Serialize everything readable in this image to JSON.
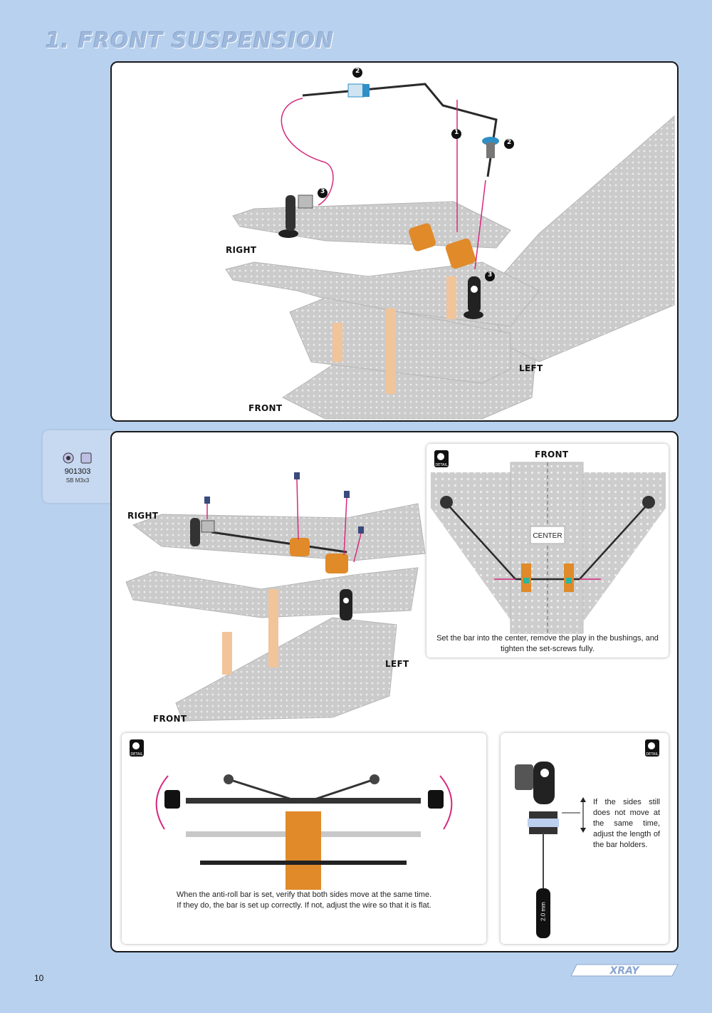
{
  "page": {
    "title": "1. FRONT SUSPENSION",
    "page_number": "10",
    "brand": "XRAY"
  },
  "step1": {
    "labels": {
      "right": "RIGHT",
      "left": "LEFT",
      "front": "FRONT"
    },
    "callouts": [
      "1",
      "2",
      "2",
      "3",
      "3"
    ]
  },
  "hardware": {
    "code": "901303",
    "description": "SB M3x3"
  },
  "step2": {
    "labels": {
      "right": "RIGHT",
      "left": "LEFT",
      "front": "FRONT"
    }
  },
  "detail_center": {
    "badge": "DETAIL",
    "front_label": "FRONT",
    "center_label": "CENTER",
    "caption_line1": "Set the bar into the center, remove the play in the bushings, and",
    "caption_line2": "tighten the set-screws fully."
  },
  "detail_flat": {
    "badge": "DETAIL",
    "caption_line1": "When the anti-roll bar is set, verify that both sides move at the same time.",
    "caption_line2": "If they do, the bar is set up correctly. If not, adjust the wire so that it is flat."
  },
  "detail_holders": {
    "badge": "DETAIL",
    "caption": "If the sides still does not move at the same time, adjust the length of the bar holders.",
    "tool_label": "2.0 mm"
  },
  "colors": {
    "background": "#b8d1ee",
    "carbon": "#c9c9c9",
    "aluminum_orange": "#e08a2a",
    "magenta_arrow": "#d6287e",
    "blue_part": "#2f8fc6"
  }
}
